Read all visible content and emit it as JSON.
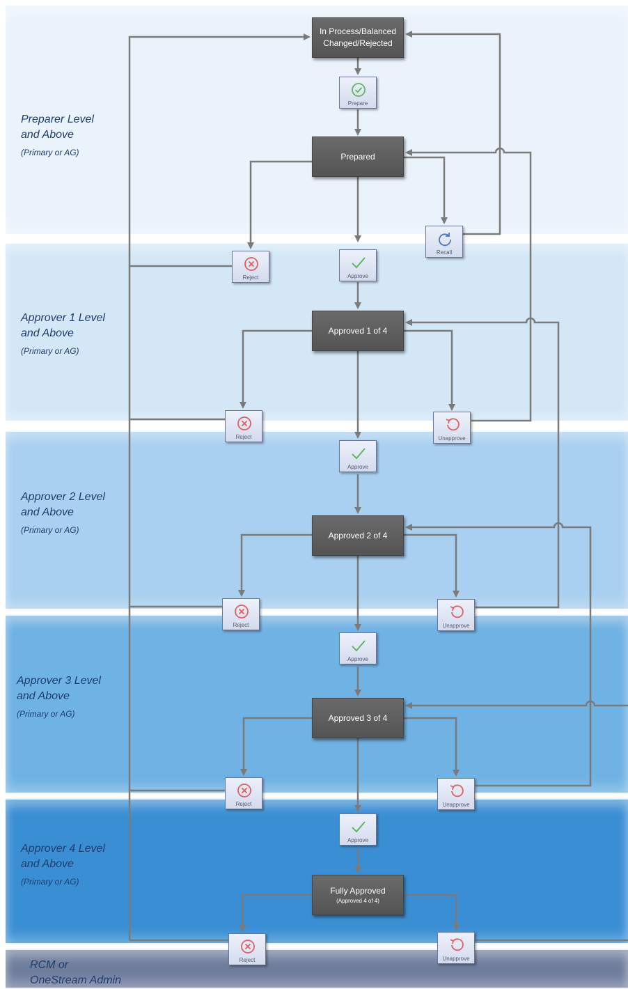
{
  "colors": {
    "band_preparer": "#eaf3fc",
    "band_approver1": "#d3e7f7",
    "band_approver2": "#a9d0f0",
    "band_approver3": "#6fb2e4",
    "band_approver4": "#3a8fd4",
    "band_admin": "#6f7d9d",
    "node_fill": "#5c5c5c",
    "arrow": "#7a7a7a",
    "approve_icon": "#5cb85c",
    "reject_icon": "#e06060",
    "recall_icon": "#4a78c4"
  },
  "bands": {
    "preparer": {
      "line1": "Preparer Level",
      "line2": "and Above",
      "sub": "(Primary or AG)"
    },
    "approver1": {
      "line1": "Approver 1 Level",
      "line2": "and Above",
      "sub": "(Primary or AG)"
    },
    "approver2": {
      "line1": "Approver 2 Level",
      "line2": "and Above",
      "sub": "(Primary or AG)"
    },
    "approver3": {
      "line1": "Approver 3  Level",
      "line2": "and Above",
      "sub": "(Primary or AG)"
    },
    "approver4": {
      "line1": "Approver 4 Level",
      "line2": "and Above",
      "sub": "(Primary or AG)"
    },
    "admin": {
      "line1": "RCM or",
      "line2": "OneStream Admin"
    }
  },
  "states": {
    "in_process": {
      "line1": "In Process/Balanced",
      "line2": "Changed/Rejected"
    },
    "prepared": {
      "line1": "Prepared"
    },
    "approved1": {
      "line1": "Approved 1 of 4"
    },
    "approved2": {
      "line1": "Approved 2 of 4"
    },
    "approved3": {
      "line1": "Approved  3 of 4"
    },
    "fully": {
      "line1": "Fully Approved",
      "line2": "(Approved 4 of 4)"
    }
  },
  "actions": {
    "prepare": {
      "label": "Prepare",
      "icon": "check-circle-icon"
    },
    "recall": {
      "label": "Recall",
      "icon": "recall-icon"
    },
    "approve": {
      "label": "Approve",
      "icon": "checkmark-icon"
    },
    "reject": {
      "label": "Reject",
      "icon": "x-circle-icon"
    },
    "unapprove": {
      "label": "Unapprove",
      "icon": "undo-circle-icon"
    }
  }
}
